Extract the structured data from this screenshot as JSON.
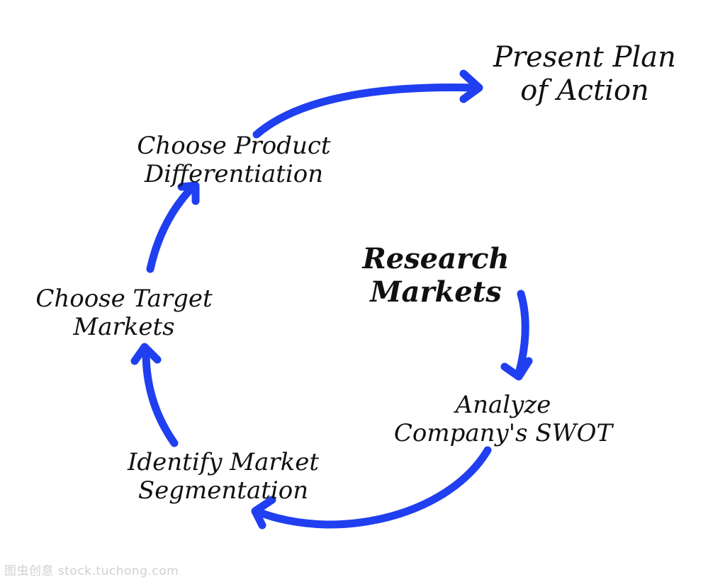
{
  "colors": {
    "arrow": "#1f3ff0",
    "text": "#111111",
    "background": "#ffffff"
  },
  "nodes": {
    "plan": {
      "line1": "Present Plan",
      "line2": "of Action"
    },
    "differentiation": {
      "line1": "Choose Product",
      "line2": "Differentiation"
    },
    "target": {
      "line1": "Choose Target",
      "line2": "Markets"
    },
    "research": {
      "line1": "Research",
      "line2": "Markets"
    },
    "swot": {
      "line1": "Analyze",
      "line2": "Company's SWOT"
    },
    "segmentation": {
      "line1": "Identify Market",
      "line2": "Segmentation"
    }
  },
  "watermark": "图虫创意 stock.tuchong.com"
}
